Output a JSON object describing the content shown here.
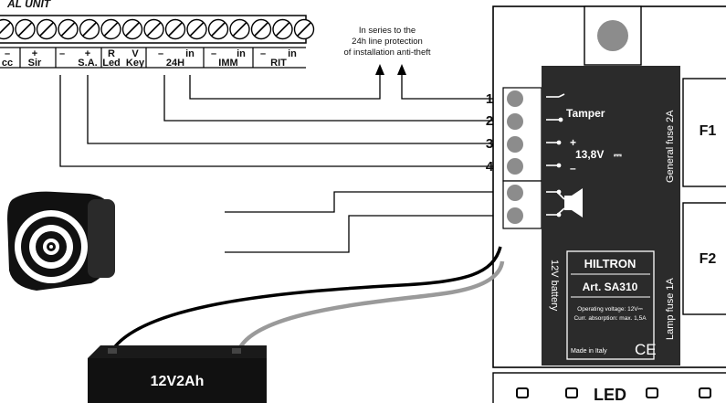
{
  "header": {
    "central_unit_label": "AL UNIT"
  },
  "terminal_strip": {
    "signs": [
      "–",
      "+",
      "–",
      "+",
      "R",
      "V",
      "–",
      "in",
      "–",
      "in",
      "–",
      "in"
    ],
    "names": [
      "cc",
      "Sir",
      "S.A.",
      "Led",
      "Key",
      "24H",
      "IMM",
      "RIT"
    ],
    "screw_count": 15
  },
  "note": {
    "lines": [
      "In series to the",
      "24h line protection",
      "of installation anti-theft"
    ]
  },
  "wire_numbers": [
    "1",
    "2",
    "3",
    "4"
  ],
  "siren": {
    "tamper_label": "Tamper",
    "plus_sign": "+",
    "voltage_label": "13,8V",
    "dc_symbol": "⎓",
    "minus_sign": "–",
    "general_fuse_label": "General fuse 2A",
    "lamp_fuse_label": "Lamp fuse 1A",
    "battery_side_label": "12V battery",
    "fuse1": "F1",
    "fuse2": "F2",
    "brand": "HILTRON",
    "article": "Art. SA310",
    "operating_voltage": "Operating voltage: 12V⎓",
    "current_absorption": "Curr. absorption: max. 1,5A",
    "made_in": "Made in Italy",
    "ce_mark": "CE",
    "led_label": "LED"
  },
  "battery": {
    "label": "12V2Ah"
  },
  "colors": {
    "module": "#2b2b2b",
    "terminal_gray": "#8c8c8c",
    "wire_gray": "#9a9a9a",
    "wire_black": "#000000"
  }
}
